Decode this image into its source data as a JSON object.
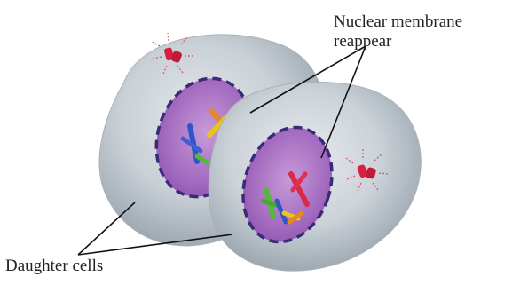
{
  "labels": {
    "nuclear_membrane_line1": "Nuclear membrane",
    "nuclear_membrane_line2": "reappear",
    "daughter_cells": "Daughter cells"
  },
  "colors": {
    "cell_fill": "#c9d0d6",
    "cell_shadow": "#9ea7b0",
    "nucleus_fill": "#a46bc0",
    "nuclear_membrane": "#3a2a78",
    "chromosome_orange": "#e58a1f",
    "chromosome_red": "#d9284a",
    "chromosome_blue": "#2f55c8",
    "chromosome_green": "#56b83a",
    "chromosome_yellow": "#e9c31e",
    "centrosome_red": "#d72040",
    "leader_line": "#111111"
  },
  "icons": {
    "centrosome": "centriole-pair-icon"
  }
}
